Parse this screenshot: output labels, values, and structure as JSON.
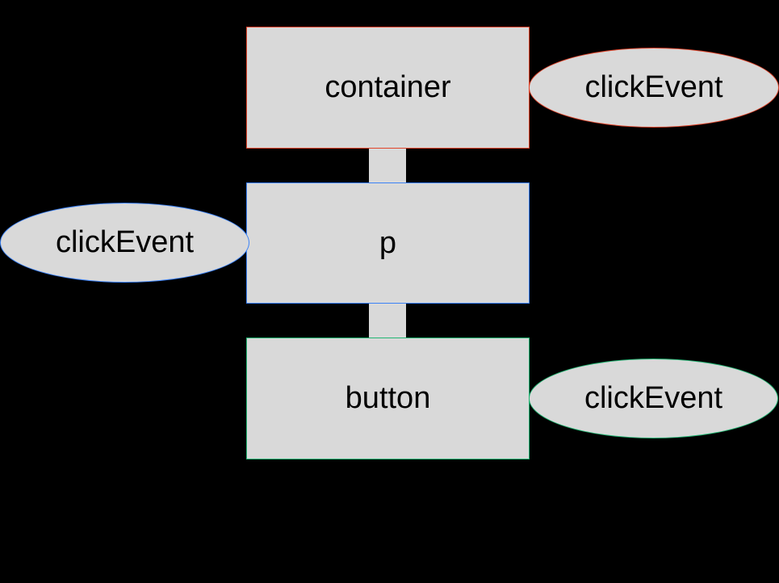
{
  "background": "#000000",
  "fill_color": "#d9d9d9",
  "nodes": [
    {
      "id": "container",
      "label": "container",
      "border_color": "#e0442a"
    },
    {
      "id": "p",
      "label": "p",
      "border_color": "#3b82f6"
    },
    {
      "id": "button",
      "label": "button",
      "border_color": "#22b573"
    }
  ],
  "events": [
    {
      "attached_to": "container",
      "label": "clickEvent",
      "border_color": "#e0442a"
    },
    {
      "attached_to": "p",
      "label": "clickEvent",
      "border_color": "#3b82f6"
    },
    {
      "attached_to": "button",
      "label": "clickEvent",
      "border_color": "#22b573"
    }
  ]
}
